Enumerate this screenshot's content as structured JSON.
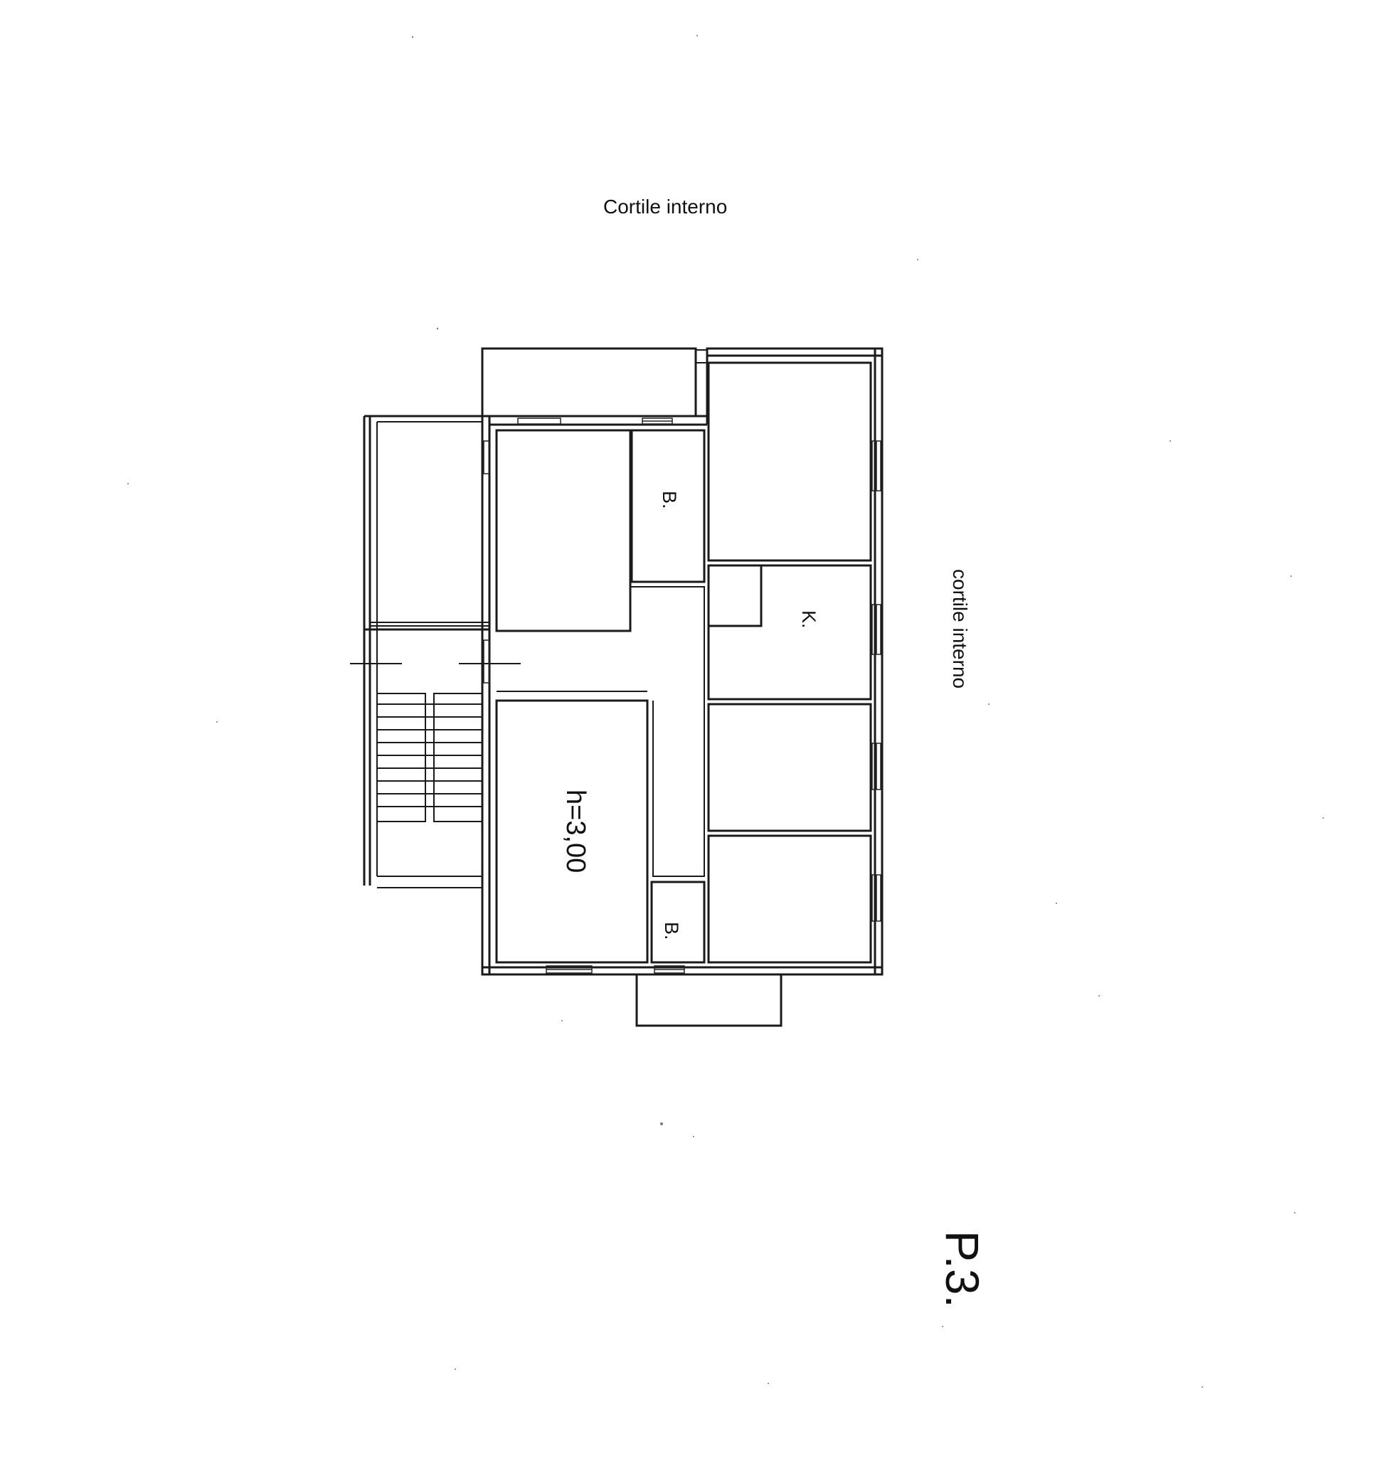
{
  "labels": {
    "courtyard_top": "Cortile interno",
    "courtyard_right": "cortile interno",
    "room_bath_top": "B.",
    "room_kitchen": "K.",
    "room_height": "h=3,00",
    "room_bath_bottom": "B.",
    "page_id": "P.3."
  }
}
